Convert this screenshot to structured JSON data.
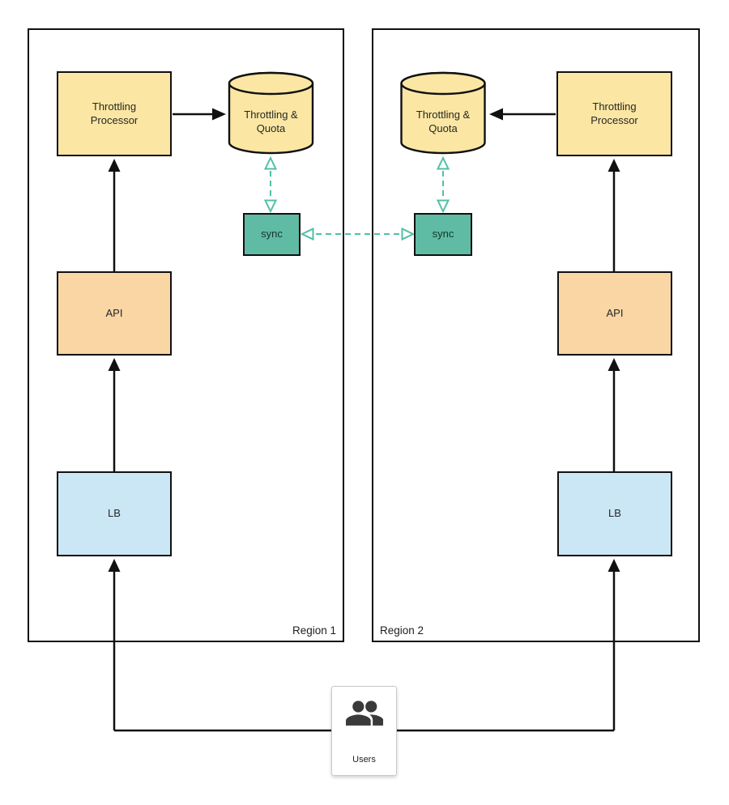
{
  "regions": [
    {
      "label": "Region 1",
      "nodes": {
        "throttling_processor": "Throttling Processor",
        "throttling_quota_db": "Throttling & Quota",
        "sync": "sync",
        "api": "API",
        "lb": "LB"
      }
    },
    {
      "label": "Region 2",
      "nodes": {
        "throttling_processor": "Throttling Processor",
        "throttling_quota_db": "Throttling & Quota",
        "sync": "sync",
        "api": "API",
        "lb": "LB"
      }
    }
  ],
  "users": {
    "label": "Users",
    "icon": "people-icon"
  },
  "colors": {
    "process_box_fill": "#FBE7A3",
    "database_fill": "#FBE7A3",
    "api_box_fill": "#F9D6A4",
    "lb_box_fill": "#CBE7F6",
    "sync_box_fill": "#5FBBA3",
    "sync_link": "#4FC0A6",
    "solid_link": "#111111",
    "background": "#FFFFFF"
  },
  "edges": [
    {
      "from": "region1.throttling_processor",
      "to": "region1.throttling_quota_db",
      "style": "solid-black",
      "direction": "one-way"
    },
    {
      "from": "region1.api",
      "to": "region1.throttling_processor",
      "style": "solid-black",
      "direction": "one-way"
    },
    {
      "from": "region1.lb",
      "to": "region1.api",
      "style": "solid-black",
      "direction": "one-way"
    },
    {
      "from": "users",
      "to": "region1.lb",
      "style": "solid-black",
      "direction": "one-way"
    },
    {
      "from": "region2.throttling_processor",
      "to": "region2.throttling_quota_db",
      "style": "solid-black",
      "direction": "one-way"
    },
    {
      "from": "region2.api",
      "to": "region2.throttling_processor",
      "style": "solid-black",
      "direction": "one-way"
    },
    {
      "from": "region2.lb",
      "to": "region2.api",
      "style": "solid-black",
      "direction": "one-way"
    },
    {
      "from": "users",
      "to": "region2.lb",
      "style": "solid-black",
      "direction": "one-way"
    },
    {
      "from": "region1.throttling_quota_db",
      "to": "region1.sync",
      "style": "dashed-teal",
      "direction": "two-way"
    },
    {
      "from": "region2.throttling_quota_db",
      "to": "region2.sync",
      "style": "dashed-teal",
      "direction": "two-way"
    },
    {
      "from": "region1.sync",
      "to": "region2.sync",
      "style": "dashed-teal",
      "direction": "two-way"
    }
  ]
}
